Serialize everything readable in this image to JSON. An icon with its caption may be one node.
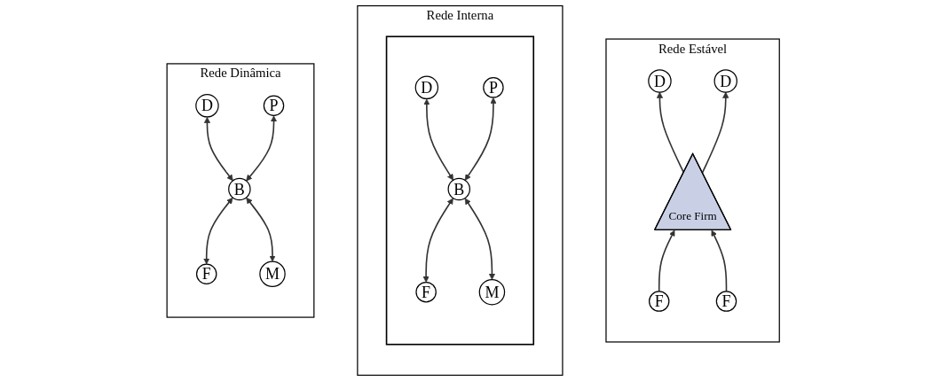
{
  "diagram": {
    "nodes": [
      {
        "text": [
          "Rede Estável"
        ]
      },
      {
        "text": [
          "D"
        ],
        "in": 0
      },
      {
        "text": [
          "D"
        ],
        "in": 0
      },
      {
        "text": [
          "Core Firm"
        ],
        "in": 0
      },
      {
        "text": [
          "F"
        ],
        "in": 0
      },
      {
        "text": [
          "F"
        ],
        "in": 0
      },
      {
        "text": [
          "Rede Interna"
        ]
      },
      {
        "text": [],
        "shape": "triangle",
        "in": 6
      },
      {
        "text": [
          "D"
        ],
        "in": 7
      },
      {
        "text": [
          "P"
        ],
        "in": 7
      },
      {
        "text": [
          "B"
        ],
        "in": 7
      },
      {
        "text": [
          "F"
        ],
        "in": 7
      },
      {
        "text": [
          "M"
        ],
        "in": 7
      },
      {
        "text": [
          "Rede Dinâmica"
        ]
      },
      {
        "text": [
          "D"
        ],
        "in": 13
      },
      {
        "text": [
          "P"
        ],
        "in": 13
      },
      {
        "text": [
          "B"
        ],
        "in": 13
      },
      {
        "text": [
          "F"
        ],
        "in": 13
      },
      {
        "text": [
          "M"
        ],
        "in": 13
      }
    ],
    "edges": [
      {
        "from": 4,
        "to": 3,
        "arrow": "to"
      },
      {
        "from": 5,
        "to": 3,
        "arrow": "to"
      },
      {
        "from": 3,
        "to": 1,
        "arrow": "to"
      },
      {
        "from": 3,
        "to": 2,
        "arrow": "to"
      },
      {
        "from": 10,
        "to": 8,
        "arrow": "both"
      },
      {
        "from": 10,
        "to": 9,
        "arrow": "both"
      },
      {
        "from": 10,
        "to": 11,
        "arrow": "both"
      },
      {
        "from": 10,
        "to": 12,
        "arrow": "both"
      },
      {
        "from": 16,
        "to": 14,
        "arrow": "both"
      },
      {
        "from": 16,
        "to": 15,
        "arrow": "both"
      },
      {
        "from": 16,
        "to": 17,
        "arrow": "both"
      },
      {
        "from": 16,
        "to": 18,
        "arrow": "both"
      }
    ]
  }
}
